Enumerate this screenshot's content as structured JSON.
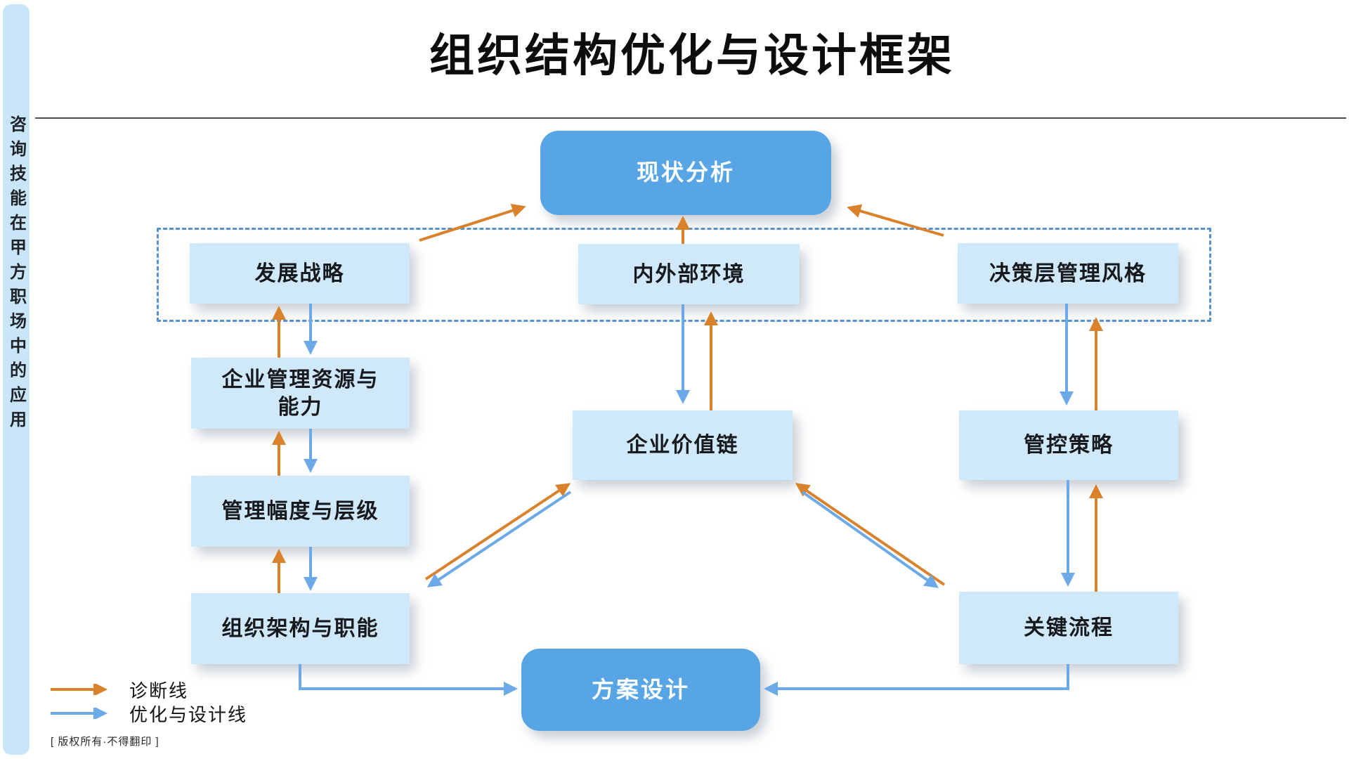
{
  "sidebar": {
    "text": "咨询技能在甲方职场中的应用"
  },
  "header": {
    "title": "组织结构优化与设计框架"
  },
  "nodes": {
    "current_state": {
      "label": "现状分析"
    },
    "development_strategy": {
      "label": "发展战略"
    },
    "internal_external_env": {
      "label": "内外部环境"
    },
    "decision_style": {
      "label": "决策层管理风格"
    },
    "resources_capability": {
      "label": "企业管理资源与能力"
    },
    "span_levels": {
      "label": "管理幅度与层级"
    },
    "org_structure": {
      "label": "组织架构与职能"
    },
    "value_chain": {
      "label": "企业价值链"
    },
    "control_strategy": {
      "label": "管控策略"
    },
    "key_processes": {
      "label": "关键流程"
    },
    "solution_design": {
      "label": "方案设计"
    }
  },
  "legend": {
    "diagnostic_label": "诊断线",
    "optimization_label": "优化与设计线"
  },
  "footer": {
    "copyright": "[ 版权所有·不得翻印 ]"
  },
  "colors": {
    "diagnostic_line": "#D9822B",
    "optimization_line": "#6CA9E8",
    "primary_box": "#58A5E6",
    "light_box": "#CFE9FB",
    "dashed_border": "#5592D0",
    "sidebar_bg": "#C9E6F8"
  }
}
